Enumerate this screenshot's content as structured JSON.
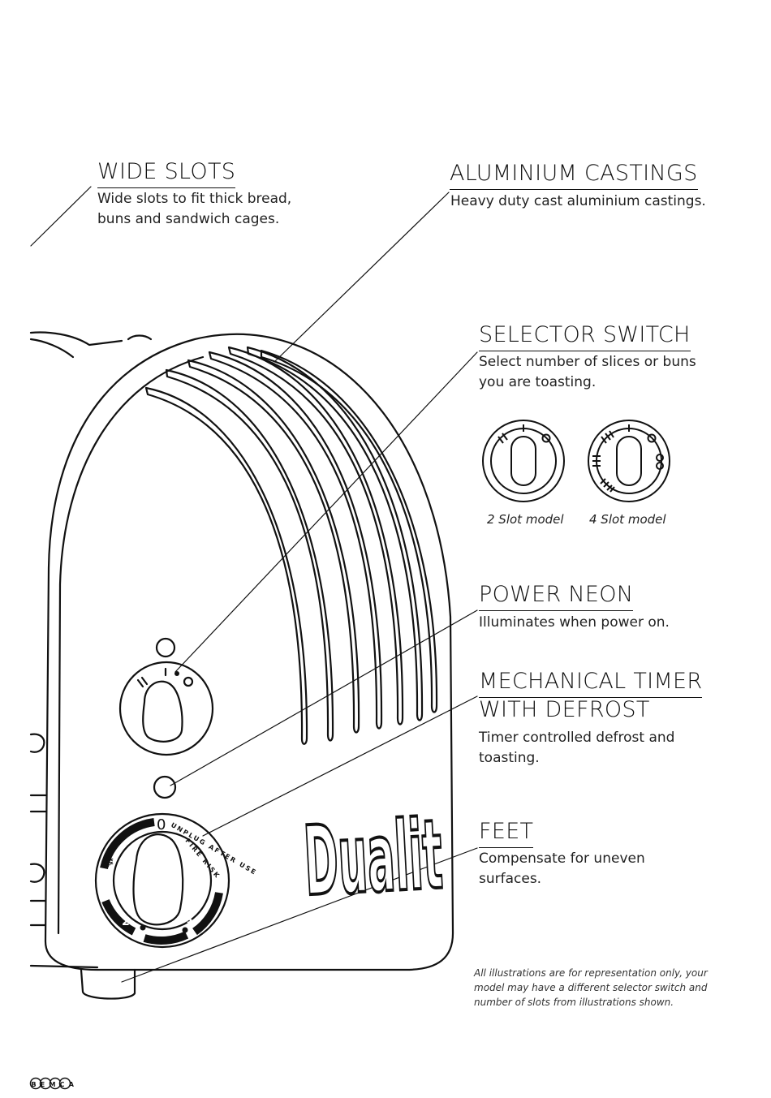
{
  "callouts": {
    "wide_slots": {
      "title": "WIDE SLOTS",
      "desc": [
        "Wide slots to fit thick bread,",
        "buns and sandwich cages."
      ]
    },
    "aluminium": {
      "title": "ALUMINIUM CASTINGS",
      "desc": [
        "Heavy duty cast aluminium castings."
      ]
    },
    "selector": {
      "title": "SELECTOR SWITCH",
      "desc": [
        "Select number of slices or buns",
        "you are toasting."
      ]
    },
    "power": {
      "title": "POWER NEON",
      "desc": [
        "Illuminates when power on."
      ]
    },
    "timer": {
      "title_line1": "MECHANICAL TIMER",
      "title_line2": "WITH DEFROST",
      "desc": [
        "Timer controlled defrost and",
        "toasting."
      ]
    },
    "feet": {
      "title": "FEET",
      "desc": [
        "Compensate for uneven",
        "surfaces."
      ]
    }
  },
  "models": {
    "two_slot": "2  Slot model",
    "four_slot": "4  Slot model"
  },
  "disclaimer": [
    "All illustrations are for representation only, your",
    "model may have a different selector switch and",
    "number of slots from illustrations shown."
  ],
  "toaster": {
    "brand": "Dualit",
    "timer_ring_text": "UNPLUG AFTER USE",
    "timer_ring_text2": "FIRE RISK",
    "timer_zero": "0",
    "timer_two": "2",
    "timer_three": "3",
    "selector_marks": [
      "II",
      "I"
    ]
  },
  "footer_logo": "BEMCA"
}
